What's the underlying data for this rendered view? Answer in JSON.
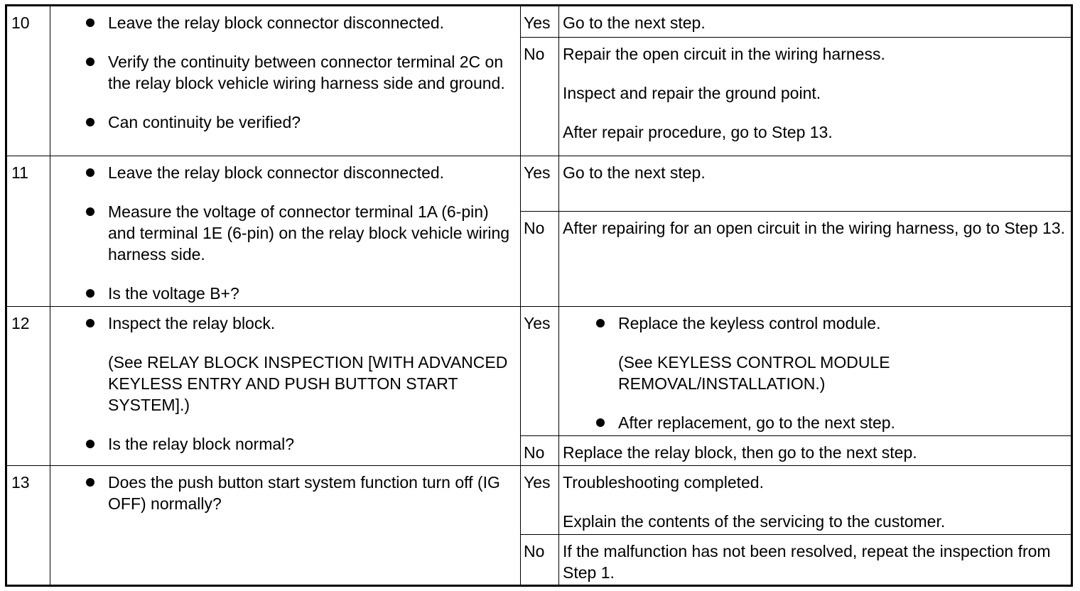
{
  "steps": [
    {
      "number": "10",
      "inspection": [
        "Leave the relay block connector disconnected.",
        "Verify the continuity between connector terminal 2C on the relay block vehicle wiring harness side and ground.",
        "Can continuity be verified?"
      ],
      "results": [
        {
          "label": "Yes",
          "actions": [
            "Go to the next step."
          ]
        },
        {
          "label": "No",
          "actions": [
            "Repair the open circuit in the wiring harness.",
            "Inspect and repair the ground point.",
            "After repair procedure, go to Step 13."
          ]
        }
      ]
    },
    {
      "number": "11",
      "inspection": [
        "Leave the relay block connector disconnected.",
        "Measure the voltage of connector terminal 1A (6-pin) and terminal 1E (6-pin) on the relay block vehicle wiring harness side.",
        "Is the voltage B+?"
      ],
      "results": [
        {
          "label": "Yes",
          "actions": [
            "Go to the next step."
          ]
        },
        {
          "label": "No",
          "actions": [
            "After repairing for an open circuit in the wiring harness, go to Step 13."
          ]
        }
      ]
    },
    {
      "number": "12",
      "inspection": [
        "Inspect the relay block.",
        "(See RELAY BLOCK INSPECTION [WITH ADVANCED KEYLESS ENTRY AND PUSH BUTTON START SYSTEM].)",
        "Is the relay block normal?"
      ],
      "results": [
        {
          "label": "Yes",
          "actions": [
            "Replace the keyless control module.",
            "(See KEYLESS CONTROL MODULE REMOVAL/INSTALLATION.)",
            "After replacement, go to the next step."
          ]
        },
        {
          "label": "No",
          "actions": [
            "Replace the relay block, then go to the next step."
          ]
        }
      ]
    },
    {
      "number": "13",
      "inspection": [
        "Does the push button start system function turn off (IG OFF) normally?"
      ],
      "results": [
        {
          "label": "Yes",
          "actions": [
            "Troubleshooting completed.",
            "Explain the contents of the servicing to the customer."
          ]
        },
        {
          "label": "No",
          "actions": [
            "If the malfunction has not been resolved, repeat the inspection from Step 1."
          ]
        }
      ]
    }
  ]
}
